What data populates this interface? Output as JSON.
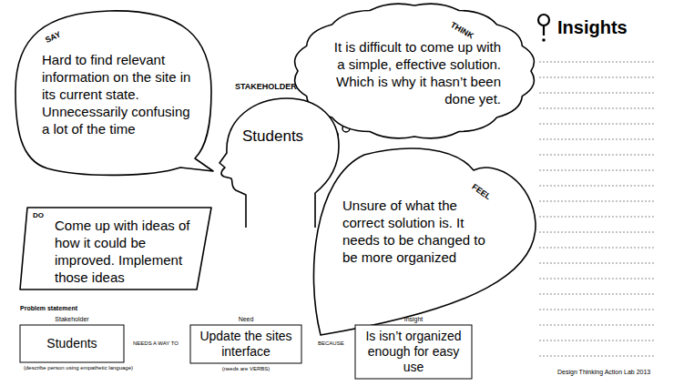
{
  "diagram": {
    "nodes": [
      {
        "text": [
          "SAY",
          "Hard to find relevant information on the site in its current state. Unnecessarily confusing a lot of the time"
        ]
      },
      {
        "text": [
          "THINK",
          "It is difficult to come up with a simple, effective solution. Which is why it hasn’t been done yet."
        ]
      },
      {
        "text": [
          "STAKEHOLDER",
          "Students"
        ]
      },
      {
        "text": [
          "DO",
          "Come up with ideas of how it could be improved. Implement those ideas"
        ]
      },
      {
        "text": [
          "FEEL",
          "Unsure of what the correct solution is. It needs to be changed to be more organized"
        ]
      },
      {
        "text": [
          "Stakeholder",
          "Students",
          "(describe person using empathetic language)"
        ]
      },
      {
        "text": [
          "Need",
          "Update the sites interface",
          "(needs are VERBS)"
        ]
      },
      {
        "text": [
          "Insight",
          "Is isn’t organized enough for easy use"
        ]
      }
    ],
    "labels": [
      "Insights",
      "Problem statement",
      "NEEDS A WAY TO",
      "BECAUSE",
      "Design Thinking Action Lab 2013"
    ]
  }
}
